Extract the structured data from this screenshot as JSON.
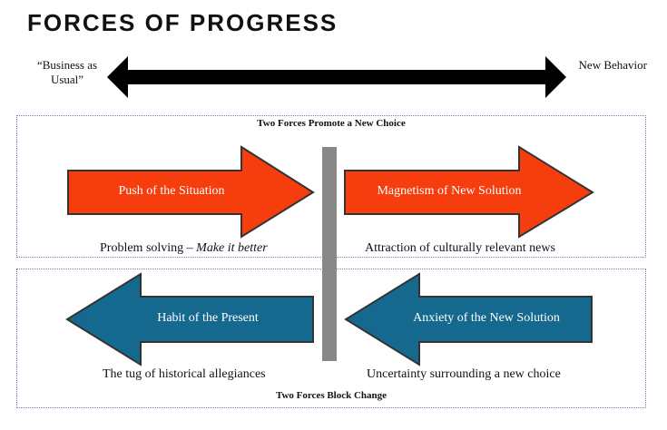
{
  "title": "FORCES OF PROGRESS",
  "axis": {
    "left_label": "“Business as Usual”",
    "right_label": "New Behavior"
  },
  "panels": {
    "top_label": "Two Forces Promote a New Choice",
    "bottom_label": "Two Forces Block Change"
  },
  "forces": {
    "push": {
      "label": "Push of the Situation",
      "caption_plain": "Problem solving – ",
      "caption_italic": "Make it better"
    },
    "magnetism": {
      "label": "Magnetism of New Solution",
      "caption": "Attraction of culturally relevant news"
    },
    "habit": {
      "label": "Habit of the Present",
      "caption": "The tug of historical allegiances"
    },
    "anxiety": {
      "label": "Anxiety of the New Solution",
      "caption": "Uncertainty surrounding a new choice"
    }
  },
  "colors": {
    "promote": "#f53d0d",
    "block": "#15698f",
    "arrow_outline": "#333333",
    "divider": "#888888",
    "axis_arrow": "#000000"
  }
}
